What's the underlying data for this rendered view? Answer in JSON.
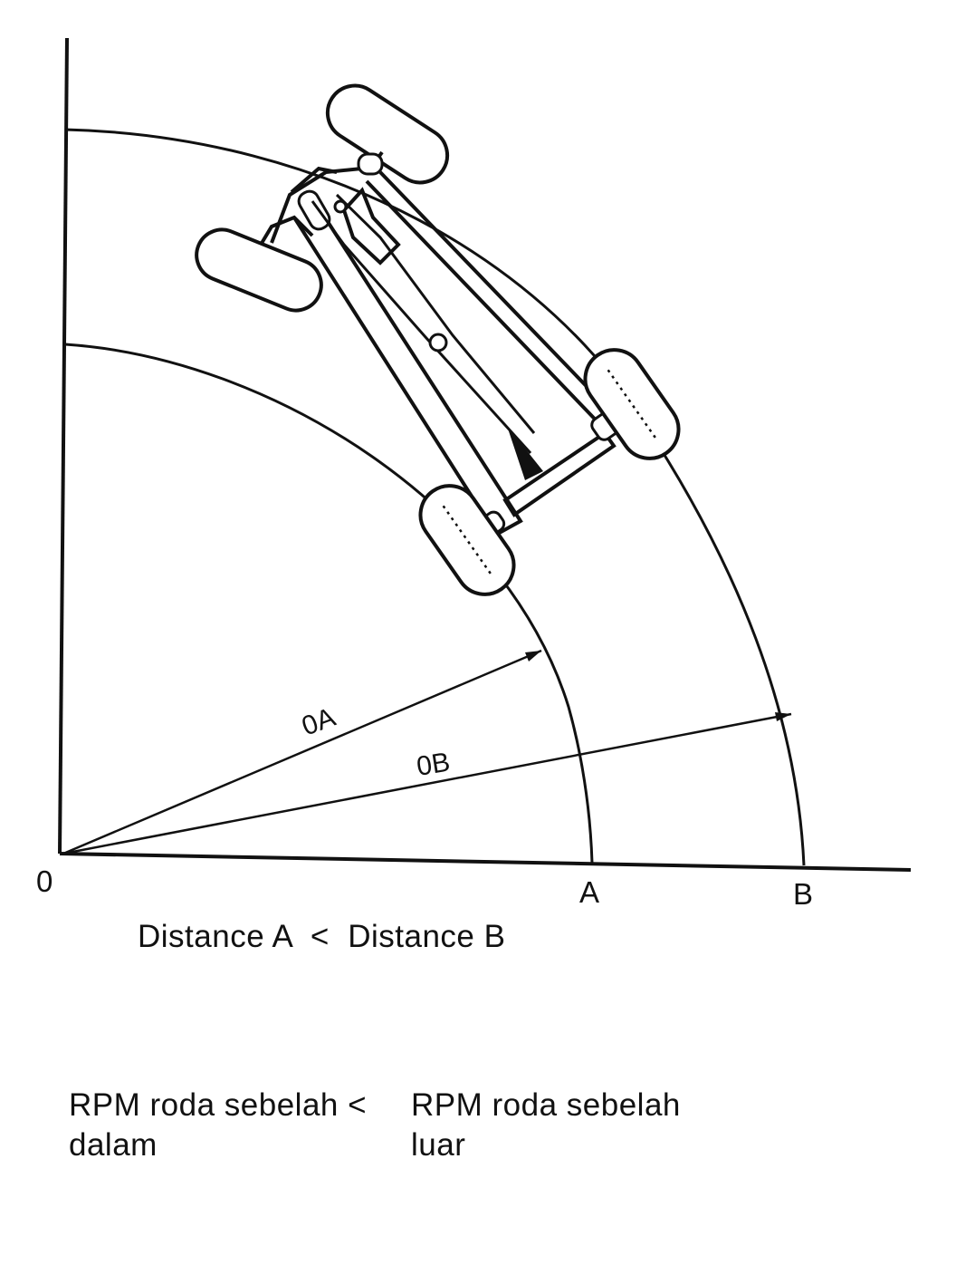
{
  "diagram": {
    "labels": {
      "origin": "0",
      "point_a": "A",
      "point_b": "B",
      "radius_a": "0A",
      "radius_b": "0B"
    },
    "caption_distance": "Distance A  <  Distance B",
    "caption_rpm_inner_line1": "RPM roda sebelah <",
    "caption_rpm_inner_line2": "dalam",
    "caption_rpm_outer_line1": "RPM roda sebelah",
    "caption_rpm_outer_line2": "luar"
  }
}
